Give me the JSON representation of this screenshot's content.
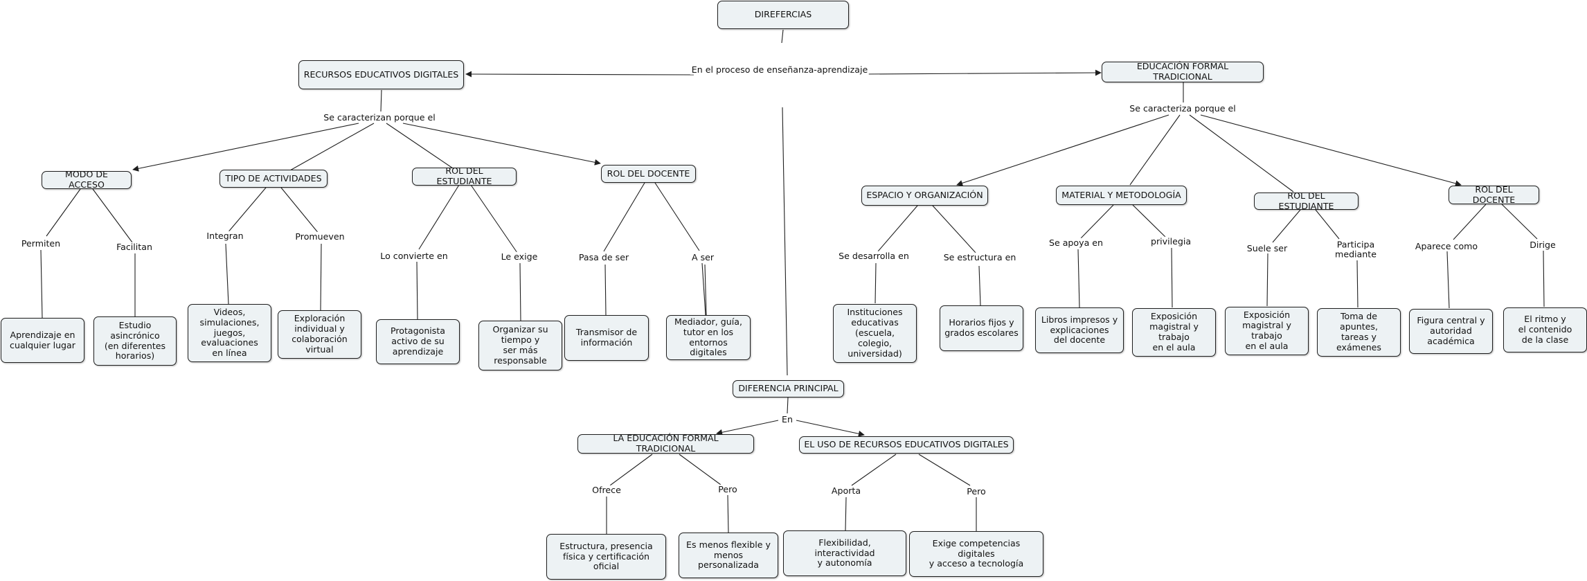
{
  "nodes": {
    "root": "DIREFERCIAS",
    "red": "RECURSOS EDUCATIVOS DIGITALES",
    "eft": "EDUCACIÓN FORMAL TRADICIONAL",
    "red_acceso": "MODO DE ACCESO",
    "red_actividades": "TIPO DE ACTIVIDADES",
    "red_estudiante": "ROL DEL ESTUDIANTE",
    "red_docente": "ROL DEL DOCENTE",
    "red_acceso_a": "Aprendizaje en\ncualquier lugar",
    "red_acceso_b": "Estudio\nasincrónico\n(en diferentes\nhorarios)",
    "red_act_a": "Videos,\nsimulaciones,\njuegos,\nevaluaciones\nen línea",
    "red_act_b": "Exploración\nindividual y\ncolaboración\nvirtual",
    "red_est_a": "Protagonista\nactivo de su\naprendizaje",
    "red_est_b": "Organizar su\ntiempo y\nser más\nresponsable",
    "red_doc_a": "Transmisor de\ninformación",
    "red_doc_b": "Mediador, guía,\ntutor en los\nentornos digitales",
    "eft_espacio": "ESPACIO Y ORGANIZACIÓN",
    "eft_material": "MATERIAL Y METODOLOGÍA",
    "eft_estudiante": "ROL DEL ESTUDIANTE",
    "eft_docente": "ROL DEL DOCENTE",
    "eft_esp_a": "Instituciones\neducativas\n(escuela,\ncolegio,\nuniversidad)",
    "eft_esp_b": "Horarios fijos y\ngrados escolares",
    "eft_mat_a": "Libros impresos y\nexplicaciones\ndel docente",
    "eft_mat_b": "Exposición\nmagistral y\ntrabajo\nen el aula",
    "eft_est_a": "Exposición\nmagistral y\ntrabajo\nen el aula",
    "eft_est_b": "Toma de\napuntes,\ntareas y\nexámenes",
    "eft_doc_a": "Figura central y\nautoridad\nacadémica",
    "eft_doc_b": "El ritmo y\nel contenido\nde la clase",
    "dif": "DIFERENCIA PRINCIPAL",
    "dif_eft": "LA EDUCACIÓN FORMAL TRADICIONAL",
    "dif_red": "EL USO DE RECURSOS EDUCATIVOS DIGITALES",
    "dif_eft_a": "Estructura, presencia\nfísica y certificación oficial",
    "dif_eft_b": "Es menos flexible y\nmenos personalizada",
    "dif_red_a": "Flexibilidad, interactividad\ny autonomía",
    "dif_red_b": "Exige competencias digitales\ny acceso a tecnología"
  },
  "links": {
    "proceso": "En el proceso de enseñanza-aprendizaje",
    "red_car": "Se caracterizan porque el",
    "eft_car": "Se caracteriza porque el",
    "permiten": "Permiten",
    "facilitan": "Facilitan",
    "integran": "Integran",
    "promueven": "Promueven",
    "convierte": "Lo convierte en",
    "exige": "Le exige",
    "pasa": "Pasa de ser",
    "aser": "A ser",
    "desarrolla": "Se desarrolla en",
    "estructura": "Se estructura en",
    "apoya": "Se apoya en",
    "privilegia": "privilegia",
    "suele": "Suele ser",
    "participa": "Participa\nmediante",
    "aparece": "Aparece como",
    "dirige": "Dirige",
    "en": "En",
    "ofrece": "Ofrece",
    "pero1": "Pero",
    "aporta": "Aporta",
    "pero2": "Pero"
  },
  "colors": {
    "node_fill": "#edf2f4",
    "line": "#1e1e1e"
  }
}
